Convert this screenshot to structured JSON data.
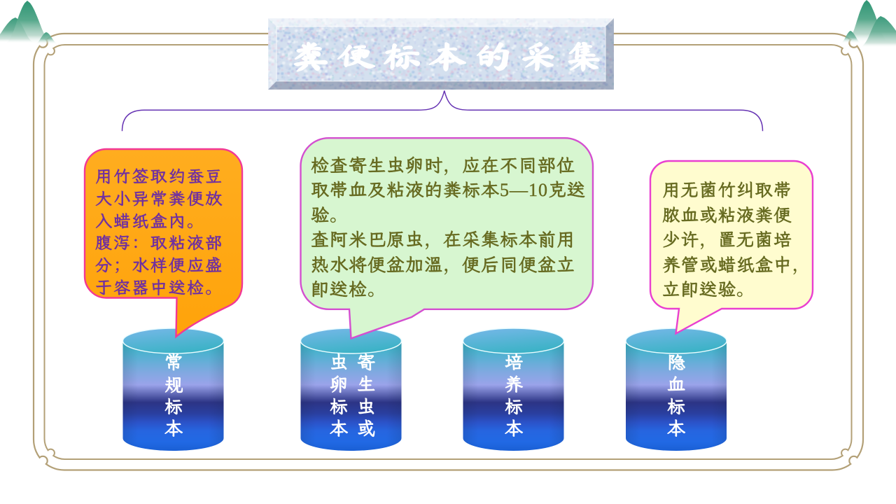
{
  "slide": {
    "title": "粪便标本的采集"
  },
  "callouts": {
    "regular": {
      "lines": [
        "用竹签取约蚕豆",
        "大小异常粪便放",
        "入蜡纸盒内。",
        "腹泻：取粘液部",
        "分；水样便应盛",
        "于容器中送检。"
      ],
      "fill": "#ffa812",
      "border": "#f23896",
      "text_color": "#7030a0"
    },
    "parasite": {
      "lines": [
        "检查寄生虫卵时，应在不同部位",
        "取带血及粘液的粪标本5—10克送",
        "验。",
        "查阿米巴原虫，在采集标本前用",
        "热水将便盆加温，便后同便盆立",
        "即送检。"
      ],
      "fill": "#d7f6d0",
      "border": "#d44fd0",
      "text_color": "#666a20"
    },
    "occult": {
      "lines": [
        "用无菌竹纠取带",
        "脓血或粘液粪便",
        "少许，置无菌培",
        "养管或蜡纸盒中，",
        "立即送验。"
      ],
      "fill": "#fffccf",
      "border": "#e93fd0",
      "text_color": "#666a20"
    }
  },
  "cylinders": [
    {
      "label": "常规标本"
    },
    {
      "label": "寄生虫或虫卵标本"
    },
    {
      "label": "培养标本"
    },
    {
      "label": "隐血标本"
    }
  ],
  "frame_color": "#b3a077",
  "brace_color": "#6633b3"
}
